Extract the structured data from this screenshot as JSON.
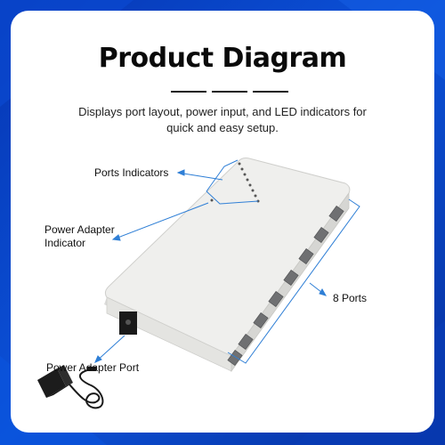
{
  "title": "Product Diagram",
  "subtitle": "Displays port layout, power input, and LED indicators for quick and easy setup.",
  "labels": {
    "ports_indicators": "Ports Indicators",
    "power_adapter_indicator_line1": "Power Adapter",
    "power_adapter_indicator_line2": "Indicator",
    "eight_ports": "8 Ports",
    "power_adapter_port": "Power Adapter Port"
  },
  "colors": {
    "background_blue": "#0b3fbf",
    "accent_line": "#2f7fd6",
    "device_body": "#eeeeec"
  },
  "icons": [
    "network-switch-device",
    "power-adapter-icon"
  ]
}
